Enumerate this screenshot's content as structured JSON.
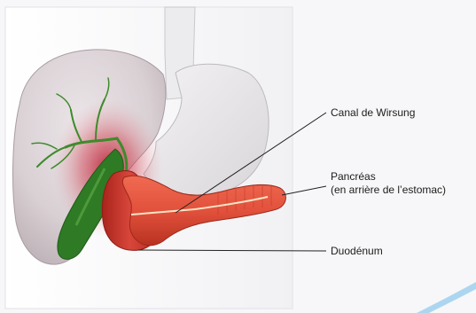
{
  "labels": {
    "canal_wirsung": "Canal de Wirsung",
    "pancreas": "Pancréas",
    "pancreas_note": "(en arrière de l’estomac)",
    "duodenum": "Duodénum"
  },
  "colors": {
    "liver": "#d8cfd2",
    "stomach": "#e8e6e9",
    "pancreas": "#e2513c",
    "duodenum": "#c92f25",
    "biliary": "#3e8b2c",
    "leader_line": "#222222"
  }
}
